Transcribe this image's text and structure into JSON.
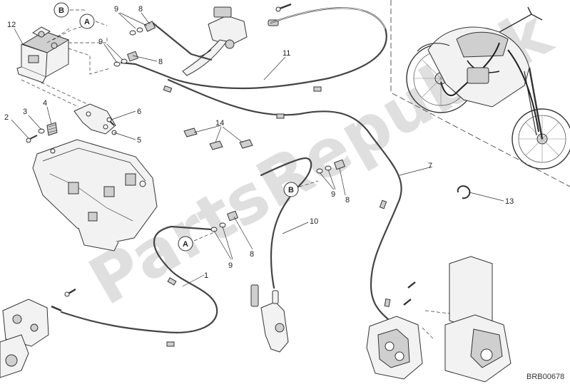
{
  "diagram": {
    "watermark_text": "PartsRepublik",
    "document_code": "BRB00678",
    "part_callouts": [
      "1",
      "2",
      "3",
      "4",
      "5",
      "6",
      "7",
      "8",
      "9",
      "10",
      "11",
      "12",
      "13",
      "14"
    ],
    "reference_letters": [
      "A",
      "B"
    ],
    "colors": {
      "line": "#333333",
      "watermark": "#d4d4d4",
      "background": "#ffffff"
    }
  }
}
